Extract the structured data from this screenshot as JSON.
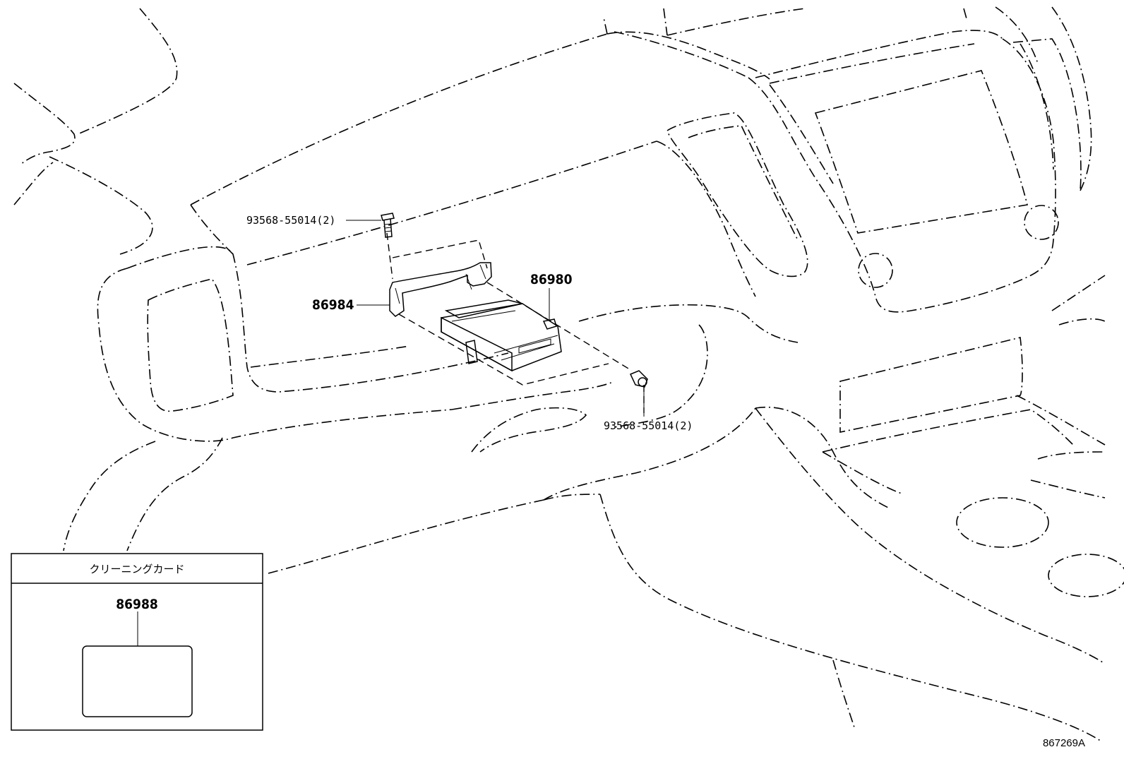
{
  "diagram": {
    "part_labels": {
      "bolt_upper": "93568-55014(2)",
      "bracket": "86984",
      "unit": "86980",
      "bolt_lower": "93568-55014(2)"
    },
    "inset": {
      "title": "クリーニングカード",
      "part_number": "86988"
    },
    "drawing_number": "867269A"
  }
}
